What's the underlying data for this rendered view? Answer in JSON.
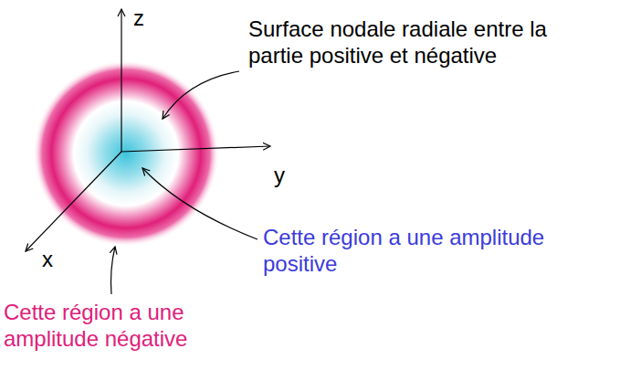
{
  "diagram": {
    "labels": [
      "z",
      "Surface nodale radiale entre la partie positive et négative",
      "y",
      "x",
      "Cette région a une amplitude positive",
      "Cette région a une amplitude négative"
    ]
  }
}
